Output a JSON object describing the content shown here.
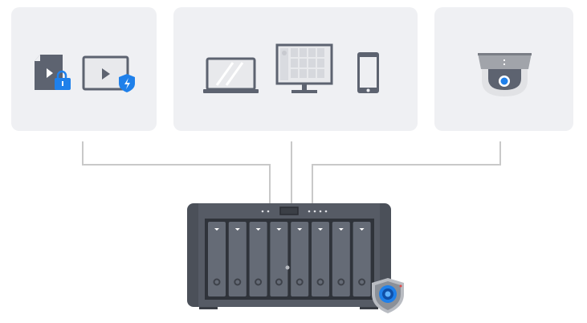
{
  "colors": {
    "card_bg": "#eff0f3",
    "icon_dark": "#5d6370",
    "accent_blue": "#1f80ea",
    "connector": "#c9c9c9",
    "nas_body": "#4b5059",
    "nas_drive": "#656b76"
  },
  "groups": [
    {
      "name": "protected-media",
      "icons": [
        "locked-video-file-icon",
        "video-shield-icon"
      ]
    },
    {
      "name": "client-devices",
      "icons": [
        "laptop-icon",
        "monitor-icon",
        "phone-icon"
      ]
    },
    {
      "name": "surveillance",
      "icons": [
        "dome-camera-icon"
      ]
    }
  ],
  "nas": {
    "drive_bays": 8,
    "badge": "surveillance-shield-icon"
  }
}
